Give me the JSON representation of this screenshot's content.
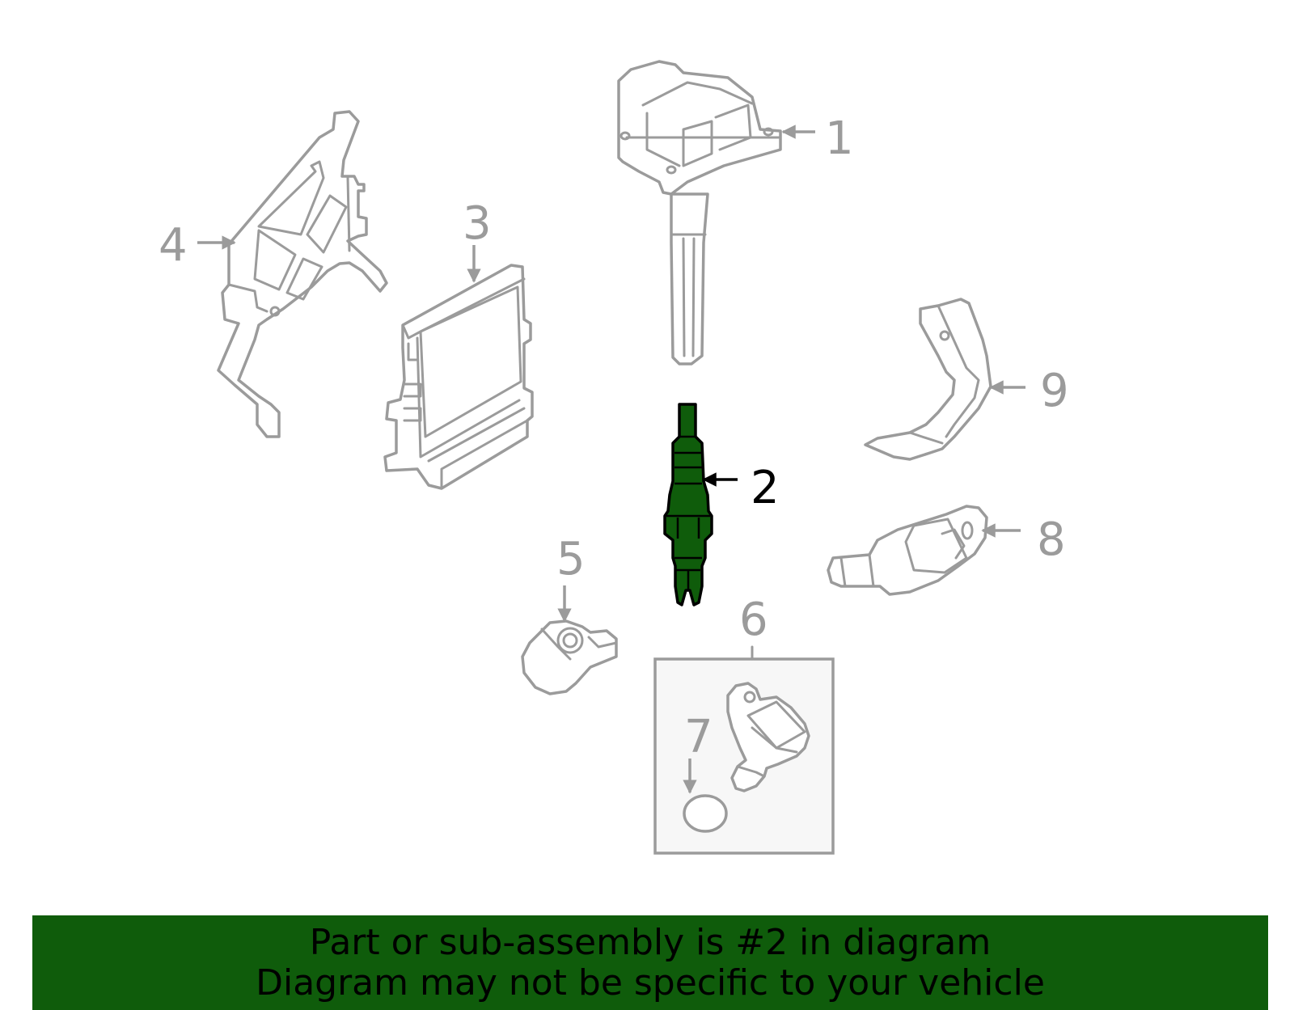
{
  "callouts": [
    "1",
    "2",
    "3",
    "4",
    "5",
    "6",
    "7",
    "8",
    "9"
  ],
  "highlighted_part": "2",
  "colors": {
    "highlight": "#0f5c0b",
    "part_outline": "#9b9b9b",
    "banner_background": "#0f5c0b"
  },
  "banner": {
    "line1": "Part or sub-assembly is #2 in diagram",
    "line2": "Diagram may not be specific to your vehicle"
  }
}
